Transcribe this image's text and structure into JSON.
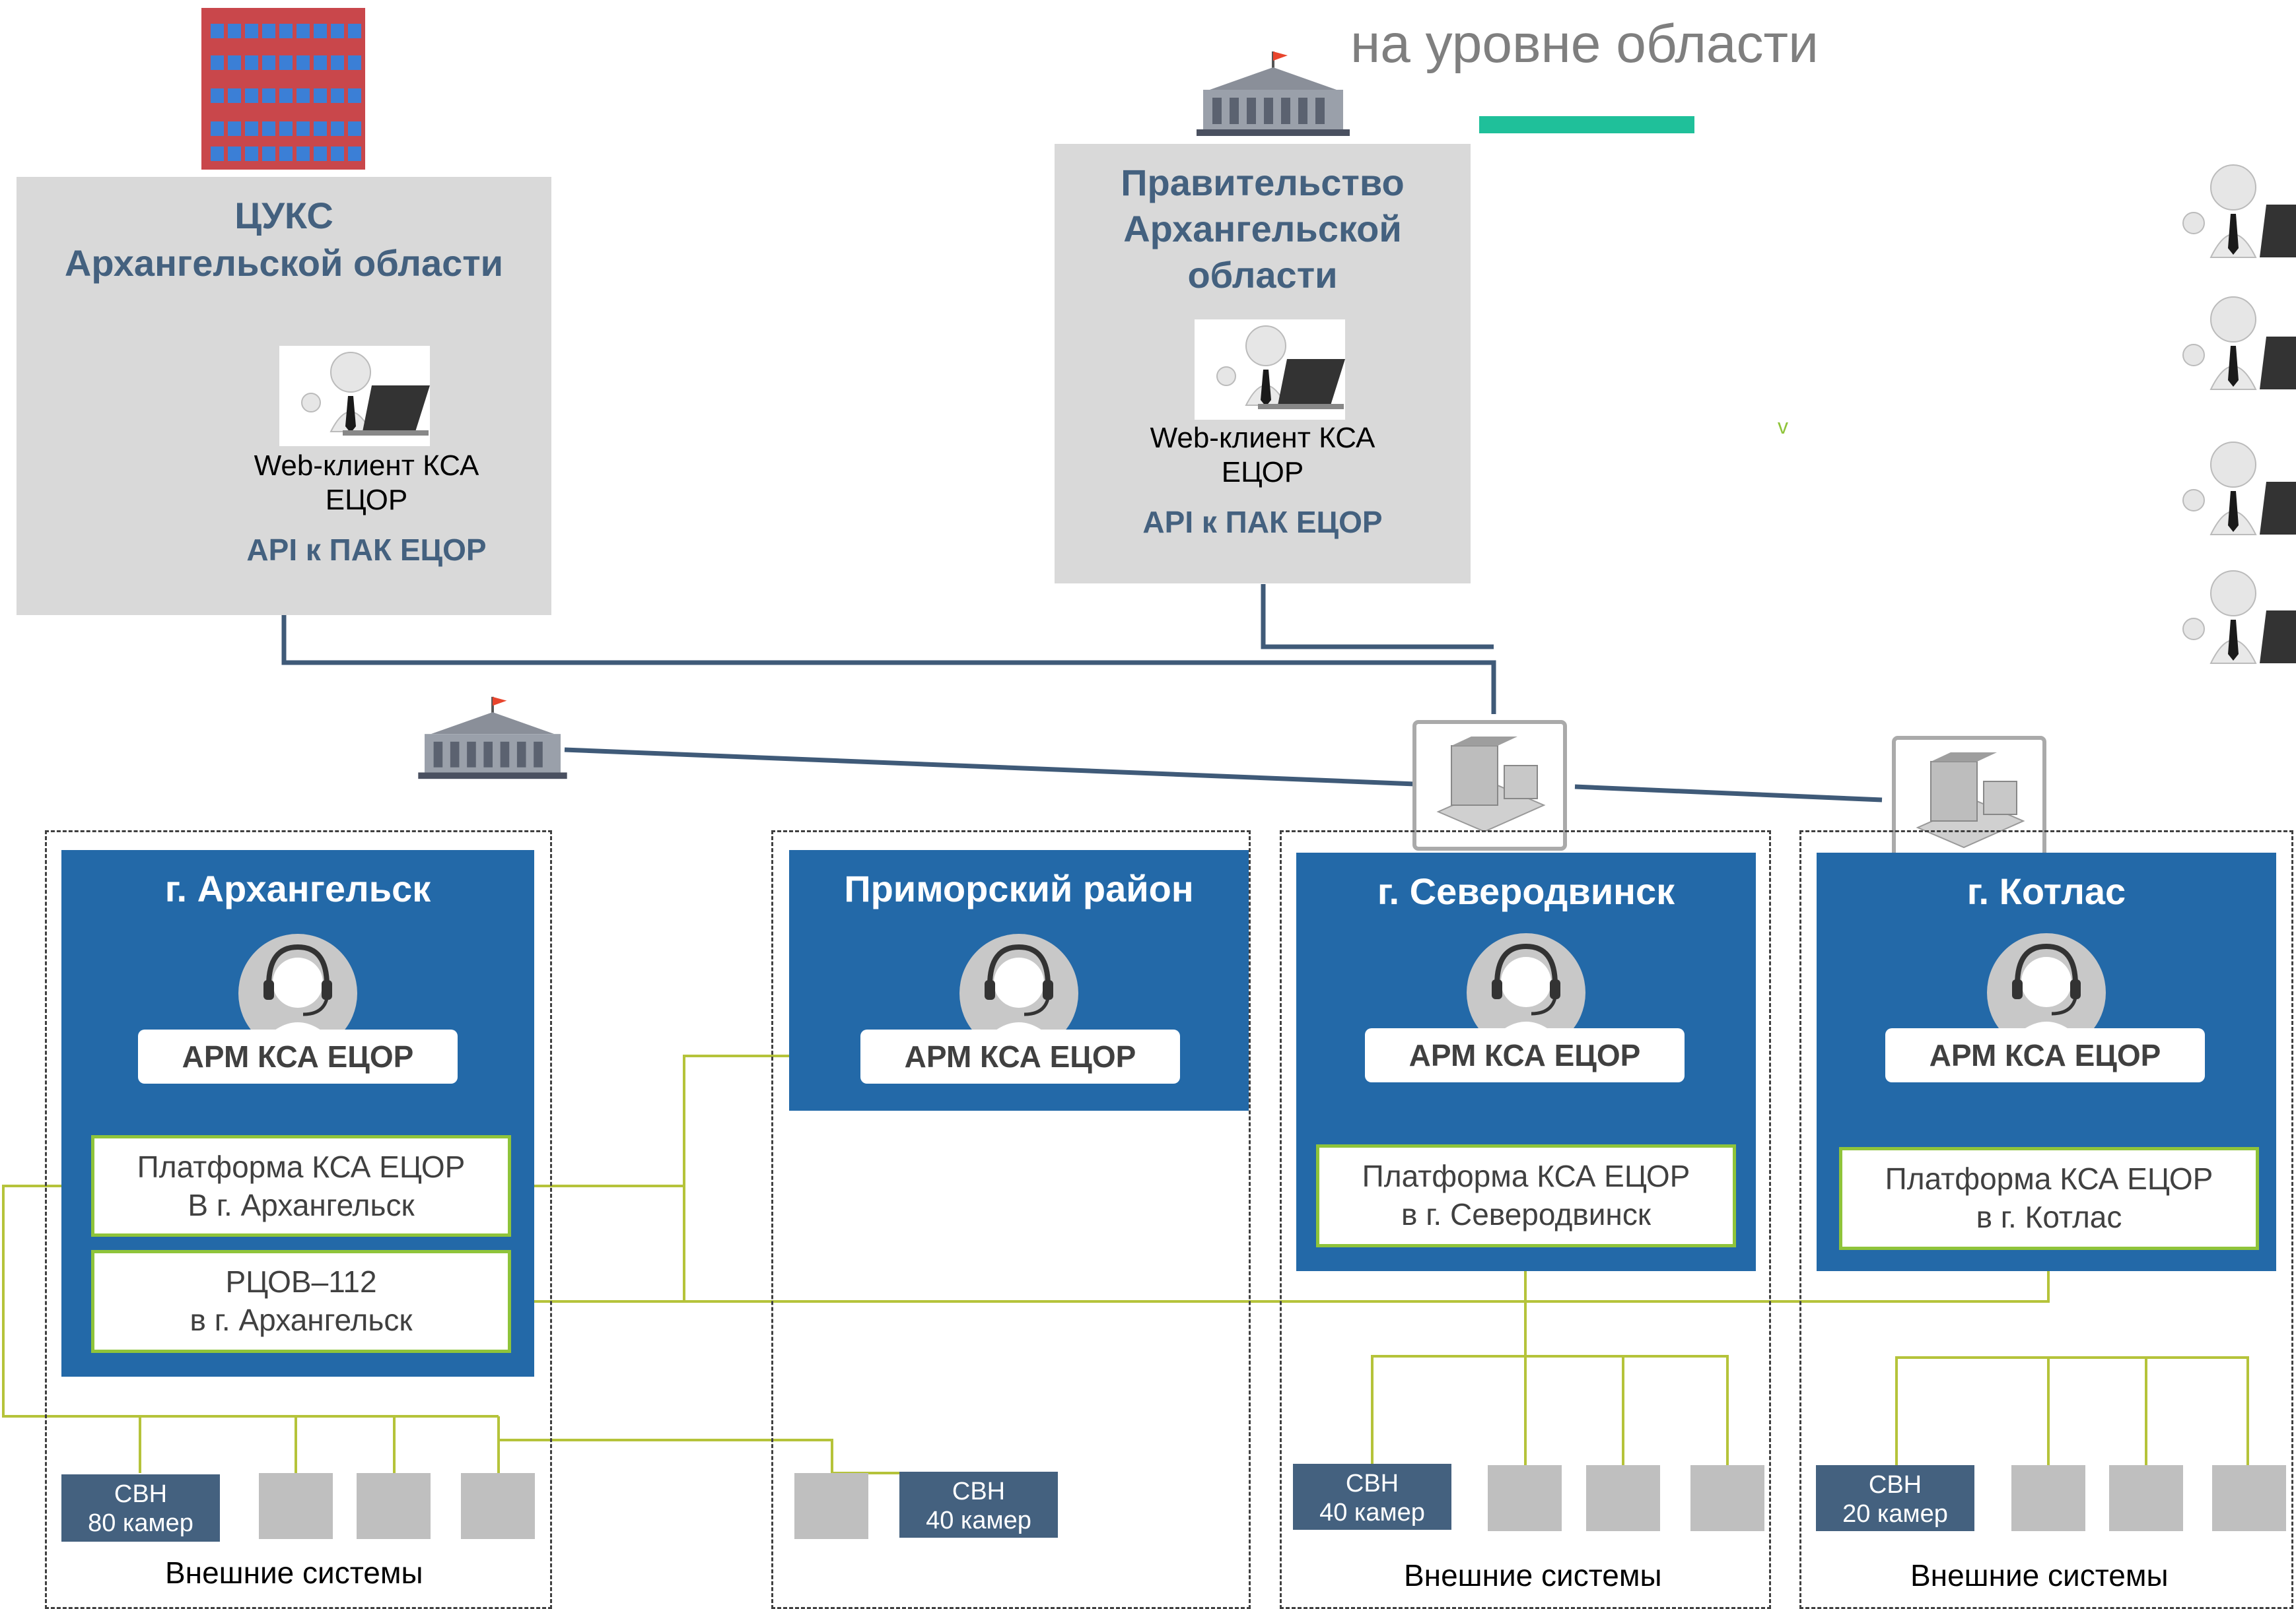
{
  "header": {
    "title_partial": "",
    "subtitle": "на уровне области"
  },
  "top_boxes": {
    "tsuks": {
      "title_line1": "ЦУКС",
      "title_line2": "Архангельской области",
      "client": "Web-клиент КСА ЕЦОР",
      "api": "API к ПАК ЕЦОР"
    },
    "government": {
      "title_line1": "Правительство",
      "title_line2": "Архангельской",
      "title_line3": "области",
      "client": "Web-клиент КСА ЕЦОР",
      "api": "API к ПАК ЕЦОР"
    }
  },
  "regions": [
    {
      "title": "г. Архангельск",
      "arm": "АРМ КСА ЕЦОР",
      "platform_line1": "Платформа КСА ЕЦОР",
      "platform_line2": "В г. Архангельск",
      "rcov_line1": "РЦОВ–112",
      "rcov_line2": "в г. Архангельск",
      "svn_line1": "СВН",
      "svn_line2": "80 камер",
      "external": "Внешние системы"
    },
    {
      "title": "Приморский район",
      "arm": "АРМ КСА ЕЦОР",
      "svn_line1": "СВН",
      "svn_line2": "40 камер"
    },
    {
      "title": "г. Северодвинск",
      "arm": "АРМ КСА ЕЦОР",
      "platform_line1": "Платформа КСА ЕЦОР",
      "platform_line2": "в г. Северодвинск",
      "svn_line1": "СВН",
      "svn_line2": "40 камер",
      "external": "Внешние системы"
    },
    {
      "title": "г. Котлас",
      "arm": "АРМ КСА ЕЦОР",
      "platform_line1": "Платформа КСА ЕЦОР",
      "platform_line2": "в г. Котлас",
      "svn_line1": "СВН",
      "svn_line2": "20 камер",
      "external": "Внешние системы"
    }
  ],
  "misc": {
    "small_mark": "v"
  },
  "colors": {
    "region_blue": "#2369a8",
    "gray_box": "#d9d9d9",
    "title_slate": "#44617f",
    "line_green": "#b5c33a",
    "line_dark": "#3f5a78",
    "accent_teal": "#1fc09a"
  }
}
